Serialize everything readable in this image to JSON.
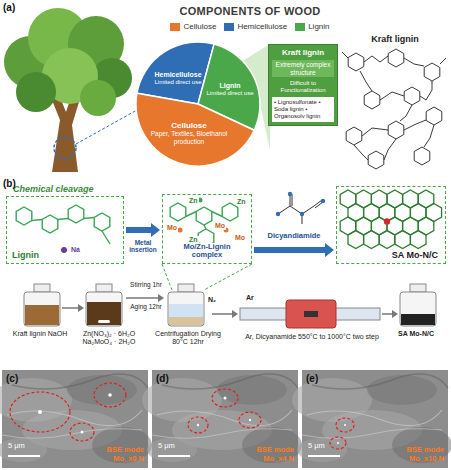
{
  "diagram": {
    "title": "COMPONENTS OF WOOD",
    "nodes": [
      {
        "text": [
          "Hemicellulose",
          "Limited direct use"
        ]
      },
      {
        "text": [
          "Lignin",
          "Limited direct use"
        ]
      },
      {
        "text": [
          "Cellulose",
          "Paper, Textiles, Bioethanol production"
        ]
      },
      {
        "text": [
          "Kraft lignin",
          "Extremely complex structure",
          "Difficult to Functionalization",
          "• Lignosulfonate • Soda lignin • Organosolv lignin"
        ]
      },
      {
        "text": [
          "Chemical cleavage",
          "Lignin"
        ]
      },
      {
        "text": [
          "Mo/Zn-Lignin complex"
        ]
      },
      {
        "text": [
          "SA Mo-N/C"
        ]
      }
    ],
    "edges": [
      {
        "from": 4,
        "to": 5,
        "arrow": "to",
        "label": "Metal insertion"
      },
      {
        "from": 5,
        "to": 6,
        "arrow": "to",
        "label": "Dicyandiamide"
      }
    ],
    "labels": [
      "(a)",
      "Kraft lignin",
      "(b)",
      "Na",
      "Mo",
      "Mo",
      "Mo",
      "Zn",
      "Zn",
      "Zn",
      "Kraft lignin NaOH",
      "Zn(NO₃)₂ · 6H₂O Na₂MoO₄ · 2H₂O",
      "Stirring 1hr",
      "Aging 12hr",
      "N₂",
      "Centrifugation Drying 80°C 12hr",
      "Ar",
      "Ar, Dicyanamide 550°C to 1000°C two step",
      "SA Mo-N/C",
      "(c)",
      "5 μm",
      "BSE mode Mo_x0 N",
      "(d)",
      "5 μm",
      "BSE mode Mo_x4 N",
      "(e)",
      "5 μm",
      "BSE mode Mo_x10 N"
    ],
    "legend": [
      {
        "text": "Cellulose",
        "color": "#e8772e"
      },
      {
        "text": "Hemicellulose",
        "color": "#2f6db5"
      },
      {
        "text": "Lignin",
        "color": "#4aa84a"
      }
    ]
  }
}
